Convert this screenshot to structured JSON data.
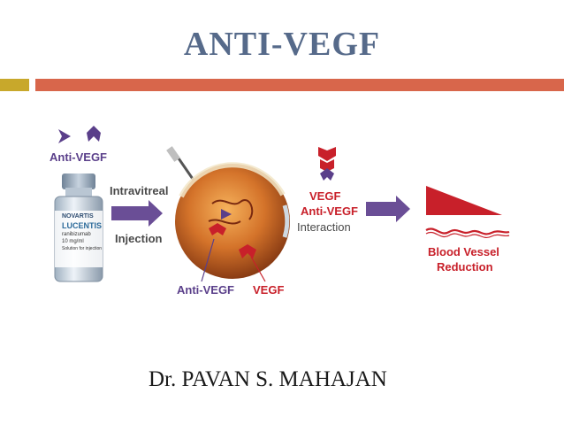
{
  "slide": {
    "title": "ANTI-VEGF",
    "author": "Dr. PAVAN S. MAHAJAN"
  },
  "diagram": {
    "anti_vegf_top": "Anti-VEGF",
    "vial_brand": "NOVARTIS",
    "vial_product": "LUCENTIS",
    "vial_drug": "ranibizumab",
    "vial_dose": "10 mg/ml",
    "vial_solution": "Solution for injection",
    "intravitreal": "Intravitreal",
    "injection": "Injection",
    "eye_anti_vegf": "Anti-VEGF",
    "eye_vegf": "VEGF",
    "interaction_vegf": "VEGF",
    "interaction_anti_vegf": "Anti-VEGF",
    "interaction": "Interaction",
    "vessel_line1": "Blood Vessel",
    "vessel_line2": "Reduction"
  },
  "colors": {
    "title": "#566a8a",
    "accent_gold": "#c8a82b",
    "accent_orange": "#d8664b",
    "vegf_red": "#c8202a",
    "anti_vegf_purple": "#5a3f8a",
    "arrow_purple": "#6a4e96"
  }
}
